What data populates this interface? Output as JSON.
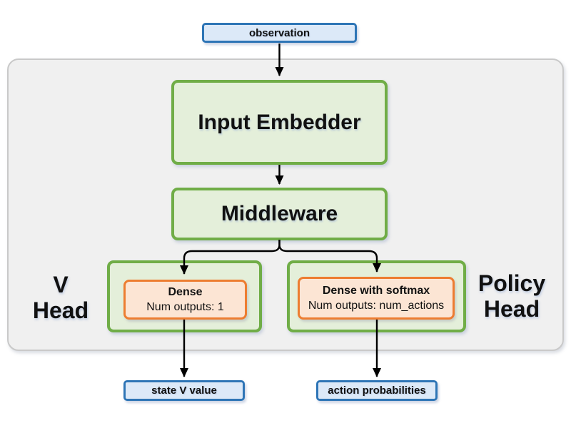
{
  "nodes": {
    "observation": {
      "label": "observation"
    },
    "input_embedder": {
      "label": "Input Embedder"
    },
    "middleware": {
      "label": "Middleware"
    },
    "v_head": {
      "group_label": [
        "V",
        "Head"
      ],
      "dense": {
        "title": "Dense",
        "subtitle": "Num outputs: 1"
      },
      "output": {
        "label": "state V value"
      }
    },
    "policy_head": {
      "group_label": [
        "Policy",
        "Head"
      ],
      "dense": {
        "title": "Dense with softmax",
        "subtitle": "Num outputs: num_actions"
      },
      "output": {
        "label": "action probabilities"
      }
    }
  },
  "colors": {
    "io_fill": "#dce9f8",
    "io_border": "#2e75b6",
    "block_fill": "#e4efda",
    "block_border": "#70ad47",
    "layer_fill": "#fce5d4",
    "layer_border": "#ed7d31",
    "container_fill": "#f0f0f0",
    "container_border": "#c9c9c9",
    "arrow": "#000000"
  }
}
